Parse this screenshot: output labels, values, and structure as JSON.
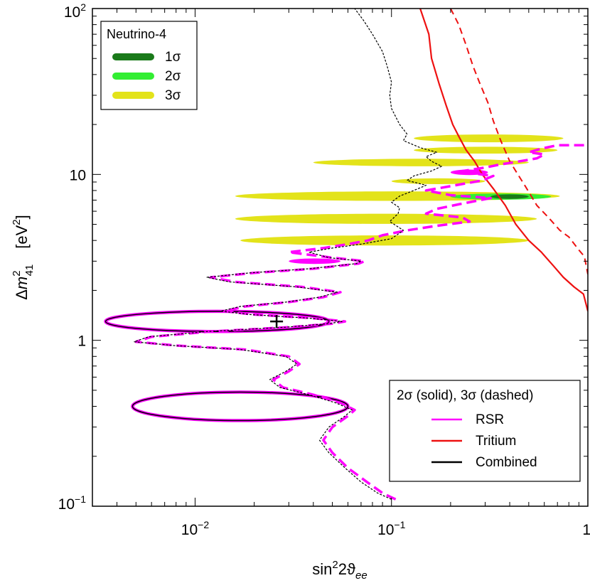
{
  "chart_data": {
    "type": "line",
    "title": "",
    "xlabel": "sin²2ϑee",
    "ylabel": "Δm²41 [eV²]",
    "x_scale": "log",
    "y_scale": "log",
    "xlim": [
      0.003,
      1
    ],
    "ylim": [
      0.1,
      100
    ],
    "grid": false,
    "x_ticks": [
      {
        "base": "10",
        "exp": "−2",
        "value": 0.01
      },
      {
        "base": "10",
        "exp": "−1",
        "value": 0.1
      },
      {
        "base": "1",
        "exp": "",
        "value": 1
      }
    ],
    "y_ticks": [
      {
        "base": "10",
        "exp": "−1",
        "value": 0.1
      },
      {
        "base": "1",
        "exp": "",
        "value": 1
      },
      {
        "base": "10",
        "exp": "",
        "value": 10
      },
      {
        "base": "10",
        "exp": "2",
        "value": 100
      }
    ],
    "legend_top": {
      "title": "Neutrino-4",
      "position": "top-left",
      "entries": [
        {
          "label": "1σ",
          "color": "#1a7a1a"
        },
        {
          "label": "2σ",
          "color": "#33ee33"
        },
        {
          "label": "3σ",
          "color": "#e3e31a"
        }
      ]
    },
    "legend_bottom": {
      "title": "2σ (solid), 3σ (dashed)",
      "position": "bottom-right",
      "entries": [
        {
          "label": "RSR",
          "color": "#ff00ff"
        },
        {
          "label": "Tritium",
          "color": "#ee1111"
        },
        {
          "label": "Combined",
          "color": "#000000"
        }
      ]
    },
    "best_fit": {
      "x": 0.026,
      "y": 1.3
    },
    "series": [
      {
        "name": "Tritium",
        "style": "solid",
        "color": "#ee1111",
        "points": [
          [
            0.14,
            100
          ],
          [
            0.155,
            70
          ],
          [
            0.16,
            50
          ],
          [
            0.175,
            35
          ],
          [
            0.19,
            26
          ],
          [
            0.205,
            20
          ],
          [
            0.22,
            17
          ],
          [
            0.24,
            14
          ],
          [
            0.265,
            12
          ],
          [
            0.29,
            10
          ],
          [
            0.33,
            8.2
          ],
          [
            0.38,
            6.5
          ],
          [
            0.43,
            5
          ],
          [
            0.5,
            4
          ],
          [
            0.58,
            3.4
          ],
          [
            0.67,
            2.8
          ],
          [
            0.75,
            2.4
          ],
          [
            0.85,
            2.1
          ],
          [
            0.95,
            1.9
          ],
          [
            1,
            1.5
          ]
        ]
      },
      {
        "name": "Tritium",
        "style": "dashed",
        "color": "#ee1111",
        "points": [
          [
            0.2,
            100
          ],
          [
            0.22,
            80
          ],
          [
            0.24,
            60
          ],
          [
            0.26,
            45
          ],
          [
            0.28,
            36
          ],
          [
            0.31,
            27
          ],
          [
            0.33,
            21
          ],
          [
            0.36,
            16
          ],
          [
            0.4,
            12
          ],
          [
            0.44,
            10
          ],
          [
            0.48,
            8.5
          ],
          [
            0.55,
            6.5
          ],
          [
            0.63,
            5.5
          ],
          [
            0.72,
            4.6
          ],
          [
            0.8,
            4.2
          ],
          [
            0.9,
            3.5
          ],
          [
            0.96,
            3.2
          ],
          [
            1,
            2.5
          ]
        ]
      },
      {
        "name": "RSR",
        "style": "dashed",
        "color": "#ff00ff",
        "points": [
          [
            0.105,
            0.11
          ],
          [
            0.09,
            0.12
          ],
          [
            0.075,
            0.14
          ],
          [
            0.06,
            0.17
          ],
          [
            0.05,
            0.21
          ],
          [
            0.045,
            0.25
          ],
          [
            0.05,
            0.3
          ],
          [
            0.06,
            0.35
          ],
          [
            0.065,
            0.38
          ],
          [
            0.055,
            0.42
          ],
          [
            0.04,
            0.47
          ],
          [
            0.028,
            0.52
          ],
          [
            0.025,
            0.58
          ],
          [
            0.03,
            0.65
          ],
          [
            0.034,
            0.72
          ],
          [
            0.03,
            0.8
          ],
          [
            0.018,
            0.88
          ],
          [
            0.008,
            0.93
          ],
          [
            0.005,
            0.98
          ],
          [
            0.006,
            1.05
          ],
          [
            0.012,
            1.13
          ],
          [
            0.03,
            1.2
          ],
          [
            0.05,
            1.26
          ],
          [
            0.058,
            1.3
          ],
          [
            0.04,
            1.36
          ],
          [
            0.02,
            1.43
          ],
          [
            0.014,
            1.5
          ],
          [
            0.018,
            1.6
          ],
          [
            0.03,
            1.7
          ],
          [
            0.045,
            1.82
          ],
          [
            0.055,
            1.95
          ],
          [
            0.035,
            2.1
          ],
          [
            0.016,
            2.25
          ],
          [
            0.012,
            2.4
          ],
          [
            0.02,
            2.55
          ],
          [
            0.04,
            2.7
          ],
          [
            0.068,
            2.9
          ],
          [
            0.073,
            3.0
          ],
          [
            0.05,
            3.15
          ],
          [
            0.03,
            3.4
          ],
          [
            0.045,
            3.6
          ],
          [
            0.06,
            3.8
          ],
          [
            0.076,
            4.0
          ],
          [
            0.09,
            4.3
          ],
          [
            0.12,
            4.6
          ],
          [
            0.17,
            4.9
          ],
          [
            0.25,
            5.2
          ],
          [
            0.23,
            5.5
          ],
          [
            0.15,
            5.8
          ],
          [
            0.17,
            6.2
          ],
          [
            0.22,
            6.6
          ],
          [
            0.32,
            7.2
          ],
          [
            0.2,
            7.5
          ],
          [
            0.15,
            8.0
          ],
          [
            0.2,
            8.5
          ],
          [
            0.29,
            9.2
          ],
          [
            0.33,
            9.8
          ],
          [
            0.22,
            10.4
          ],
          [
            0.3,
            11.0
          ],
          [
            0.36,
            11.5
          ],
          [
            0.45,
            12
          ],
          [
            0.55,
            12.5
          ],
          [
            0.6,
            13.2
          ],
          [
            0.5,
            13.6
          ],
          [
            0.58,
            14.3
          ],
          [
            0.7,
            15
          ],
          [
            1,
            15
          ]
        ]
      },
      {
        "name": "Combined",
        "style": "dotted",
        "color": "#000000",
        "points": [
          [
            0.1,
            0.11
          ],
          [
            0.085,
            0.12
          ],
          [
            0.07,
            0.14
          ],
          [
            0.058,
            0.17
          ],
          [
            0.048,
            0.21
          ],
          [
            0.043,
            0.25
          ],
          [
            0.048,
            0.3
          ],
          [
            0.058,
            0.35
          ],
          [
            0.063,
            0.38
          ],
          [
            0.052,
            0.42
          ],
          [
            0.038,
            0.47
          ],
          [
            0.027,
            0.52
          ],
          [
            0.024,
            0.58
          ],
          [
            0.029,
            0.65
          ],
          [
            0.033,
            0.72
          ],
          [
            0.029,
            0.8
          ],
          [
            0.017,
            0.88
          ],
          [
            0.0078,
            0.93
          ],
          [
            0.0049,
            0.98
          ],
          [
            0.0058,
            1.05
          ],
          [
            0.0115,
            1.13
          ],
          [
            0.029,
            1.2
          ],
          [
            0.048,
            1.26
          ],
          [
            0.056,
            1.3
          ],
          [
            0.038,
            1.36
          ],
          [
            0.019,
            1.43
          ],
          [
            0.0135,
            1.5
          ],
          [
            0.017,
            1.6
          ],
          [
            0.029,
            1.7
          ],
          [
            0.043,
            1.82
          ],
          [
            0.053,
            1.95
          ],
          [
            0.033,
            2.1
          ],
          [
            0.015,
            2.25
          ],
          [
            0.0115,
            2.4
          ],
          [
            0.019,
            2.55
          ],
          [
            0.038,
            2.7
          ],
          [
            0.066,
            2.9
          ],
          [
            0.07,
            3.0
          ],
          [
            0.048,
            3.15
          ],
          [
            0.038,
            3.4
          ],
          [
            0.05,
            3.6
          ],
          [
            0.07,
            3.8
          ],
          [
            0.1,
            4.1
          ],
          [
            0.115,
            4.6
          ],
          [
            0.098,
            5.2
          ],
          [
            0.108,
            5.8
          ],
          [
            0.11,
            6.3
          ],
          [
            0.1,
            6.8
          ],
          [
            0.11,
            7.4
          ],
          [
            0.13,
            8.0
          ],
          [
            0.15,
            8.6
          ],
          [
            0.12,
            9.2
          ],
          [
            0.13,
            9.8
          ],
          [
            0.16,
            10.5
          ],
          [
            0.18,
            11.2
          ],
          [
            0.16,
            12
          ],
          [
            0.15,
            12.8
          ],
          [
            0.17,
            13.6
          ],
          [
            0.14,
            14.5
          ],
          [
            0.115,
            16
          ],
          [
            0.12,
            17.5
          ],
          [
            0.11,
            20
          ],
          [
            0.1,
            25
          ],
          [
            0.098,
            30
          ],
          [
            0.1,
            36
          ],
          [
            0.095,
            45
          ],
          [
            0.09,
            55
          ],
          [
            0.08,
            70
          ],
          [
            0.072,
            85
          ],
          [
            0.065,
            100
          ]
        ]
      }
    ],
    "filled_regions": [
      {
        "level": "3σ",
        "color": "#e3e31a",
        "shape": "band",
        "x": [
          0.13,
          0.75
        ],
        "y": 16.5,
        "h": 0.015
      },
      {
        "level": "3σ",
        "color": "#e3e31a",
        "shape": "band",
        "x": [
          0.13,
          0.7
        ],
        "y": 14.0,
        "h": 0.012
      },
      {
        "level": "3σ",
        "color": "#e3e31a",
        "shape": "band",
        "x": [
          0.04,
          0.5
        ],
        "y": 11.8,
        "h": 0.014
      },
      {
        "level": "3σ",
        "color": "#e3e31a",
        "shape": "band",
        "x": [
          0.1,
          0.3
        ],
        "y": 9.1,
        "h": 0.009
      },
      {
        "level": "3σ",
        "color": "#e3e31a",
        "shape": "band",
        "x": [
          0.016,
          0.72
        ],
        "y": 7.4,
        "h": 0.02
      },
      {
        "level": "3σ",
        "color": "#e3e31a",
        "shape": "band",
        "x": [
          0.016,
          0.55
        ],
        "y": 5.4,
        "h": 0.022
      },
      {
        "level": "3σ",
        "color": "#e3e31a",
        "shape": "band",
        "x": [
          0.017,
          0.5
        ],
        "y": 4.0,
        "h": 0.022
      },
      {
        "level": "2σ",
        "color": "#33ee33",
        "shape": "band",
        "x": [
          0.2,
          0.65
        ],
        "y": 7.35,
        "h": 0.01
      },
      {
        "level": "1σ",
        "color": "#1a7a1a",
        "shape": "band",
        "x": [
          0.32,
          0.5
        ],
        "y": 7.35,
        "h": 0.005
      },
      {
        "level": "RSR 2σ",
        "color": "#ff00ff",
        "shape": "band",
        "x": [
          0.03,
          0.055
        ],
        "y": 3.0,
        "h": 0.008
      },
      {
        "level": "RSR 2σ",
        "color": "#ff00ff",
        "shape": "band",
        "x": [
          0.2,
          0.31
        ],
        "y": 10.3,
        "h": 0.008
      }
    ],
    "closed_contours": [
      {
        "name": "Combined 2σ",
        "x": [
          0.0035,
          0.048
        ],
        "y": 1.3,
        "h": 0.035
      },
      {
        "name": "Combined 2σ",
        "x": [
          0.0048,
          0.06
        ],
        "y": 0.4,
        "h": 0.06
      }
    ]
  }
}
